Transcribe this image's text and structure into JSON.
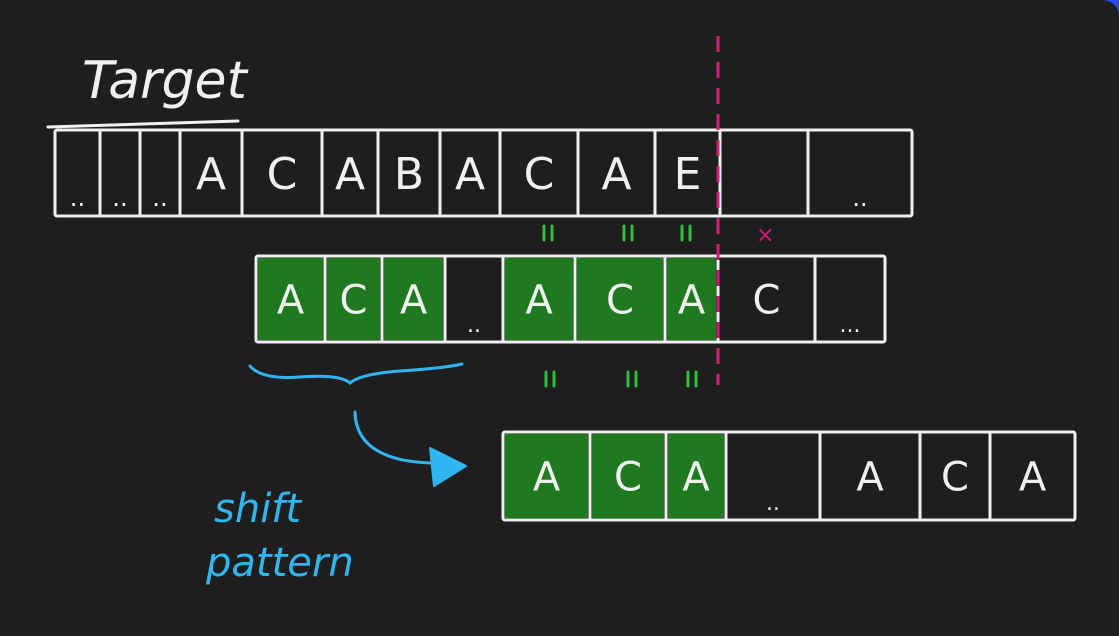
{
  "labels": {
    "target": "Target",
    "shift_line1": "shift",
    "shift_line2": "pattern",
    "mismatch": "×",
    "eq": "="
  },
  "colors": {
    "background": "#1e1e1e",
    "ink": "#f0f0f0",
    "green_fill": "#1f7a1f",
    "green_mark": "#2fbf3a",
    "divider": "#d6197a",
    "annotation": "#2fb6f0",
    "corner_accent": "#2a46ff"
  },
  "target_row": {
    "cells": [
      "..",
      "..",
      "..",
      "A",
      "C",
      "A",
      "B",
      "A",
      "C",
      "A",
      "E",
      "",
      ".."
    ]
  },
  "pattern_row": {
    "cells": [
      "A",
      "C",
      "A",
      "..",
      "A",
      "C",
      "A",
      "C",
      "..."
    ],
    "highlighted": [
      0,
      1,
      2,
      4,
      5,
      6
    ]
  },
  "shifted_row": {
    "cells": [
      "A",
      "C",
      "A",
      "..",
      "A",
      "C",
      "A"
    ],
    "highlighted": [
      0,
      1,
      2
    ]
  }
}
